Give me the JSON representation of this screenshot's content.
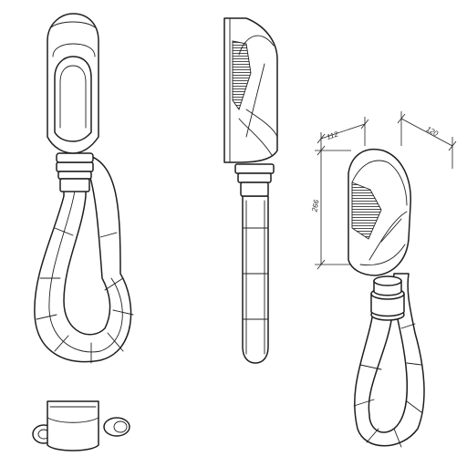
{
  "dimensions": {
    "width_label": "112",
    "depth_label": "120",
    "height_label": "266"
  }
}
